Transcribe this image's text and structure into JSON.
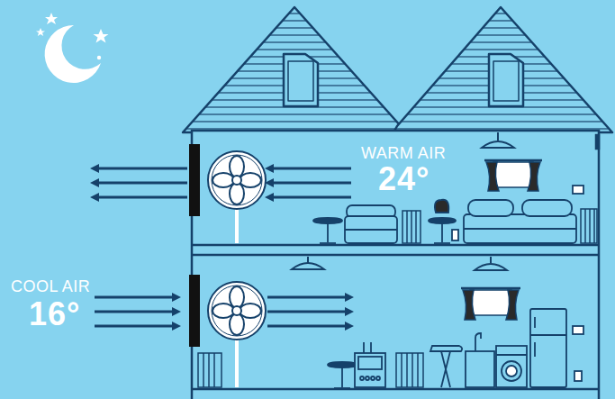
{
  "diagram": {
    "labels": [
      "WARM AIR",
      "24°",
      "COOL AIR",
      "16°"
    ]
  }
}
